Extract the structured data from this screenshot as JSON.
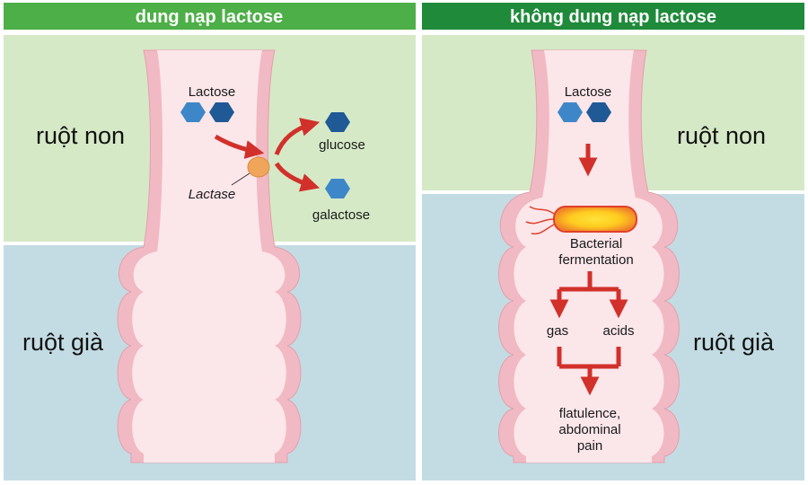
{
  "colors": {
    "header_left": "#4daf47",
    "header_right": "#1f8a3a",
    "small_intestine_bg": "#d5e9c6",
    "large_intestine_bg": "#c3dce3",
    "intestine_wall": "#f1b9c3",
    "intestine_inner": "#fbe6ea",
    "arrow_red": "#d2302a",
    "hex_light": "#3d87c9",
    "hex_dark": "#1f5996",
    "enzyme": "#f0a65a",
    "bacterium_center": "#ffd21f",
    "bacterium_edge": "#f06a2a"
  },
  "left_panel": {
    "header": "dung nạp lactose",
    "region_small": "ruột non",
    "region_large": "ruột già",
    "lactose_label": "Lactose",
    "enzyme_label": "Lactase",
    "glucose_label": "glucose",
    "galactose_label": "galactose"
  },
  "right_panel": {
    "header": "không dung nạp lactose",
    "region_small": "ruột non",
    "region_large": "ruột già",
    "lactose_label": "Lactose",
    "bacteria_line1": "Bacterial",
    "bacteria_line2": "fermentation",
    "gas_label": "gas",
    "acids_label": "acids",
    "result_line1": "flatulence,",
    "result_line2": "abdominal",
    "result_line3": "pain"
  }
}
